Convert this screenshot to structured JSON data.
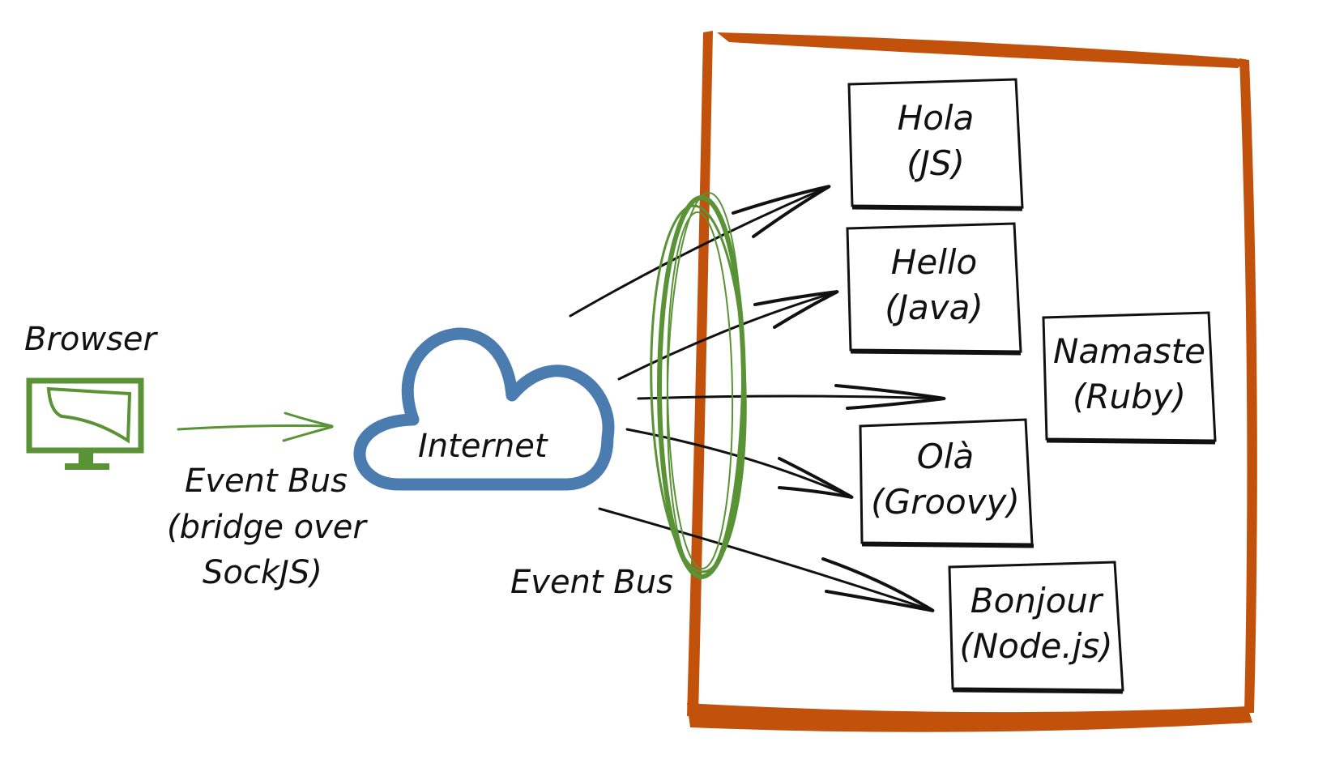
{
  "colors": {
    "green": "#5a9236",
    "blue": "#4a7cb0",
    "orange": "#c2510b",
    "ink": "#111111"
  },
  "browser": {
    "label": "Browser",
    "icon": "monitor-icon"
  },
  "bridge_label": {
    "line1": "Event Bus",
    "line2": "(bridge over",
    "line3": "SockJS)"
  },
  "cloud": {
    "label": "Internet",
    "icon": "cloud-icon"
  },
  "event_bus_label": "Event Bus",
  "services": [
    {
      "greeting": "Hola",
      "lang": "(JS)"
    },
    {
      "greeting": "Hello",
      "lang": "(Java)"
    },
    {
      "greeting": "Namaste",
      "lang": "(Ruby)"
    },
    {
      "greeting": "Olà",
      "lang": "(Groovy)"
    },
    {
      "greeting": "Bonjour",
      "lang": "(Node.js)"
    }
  ]
}
